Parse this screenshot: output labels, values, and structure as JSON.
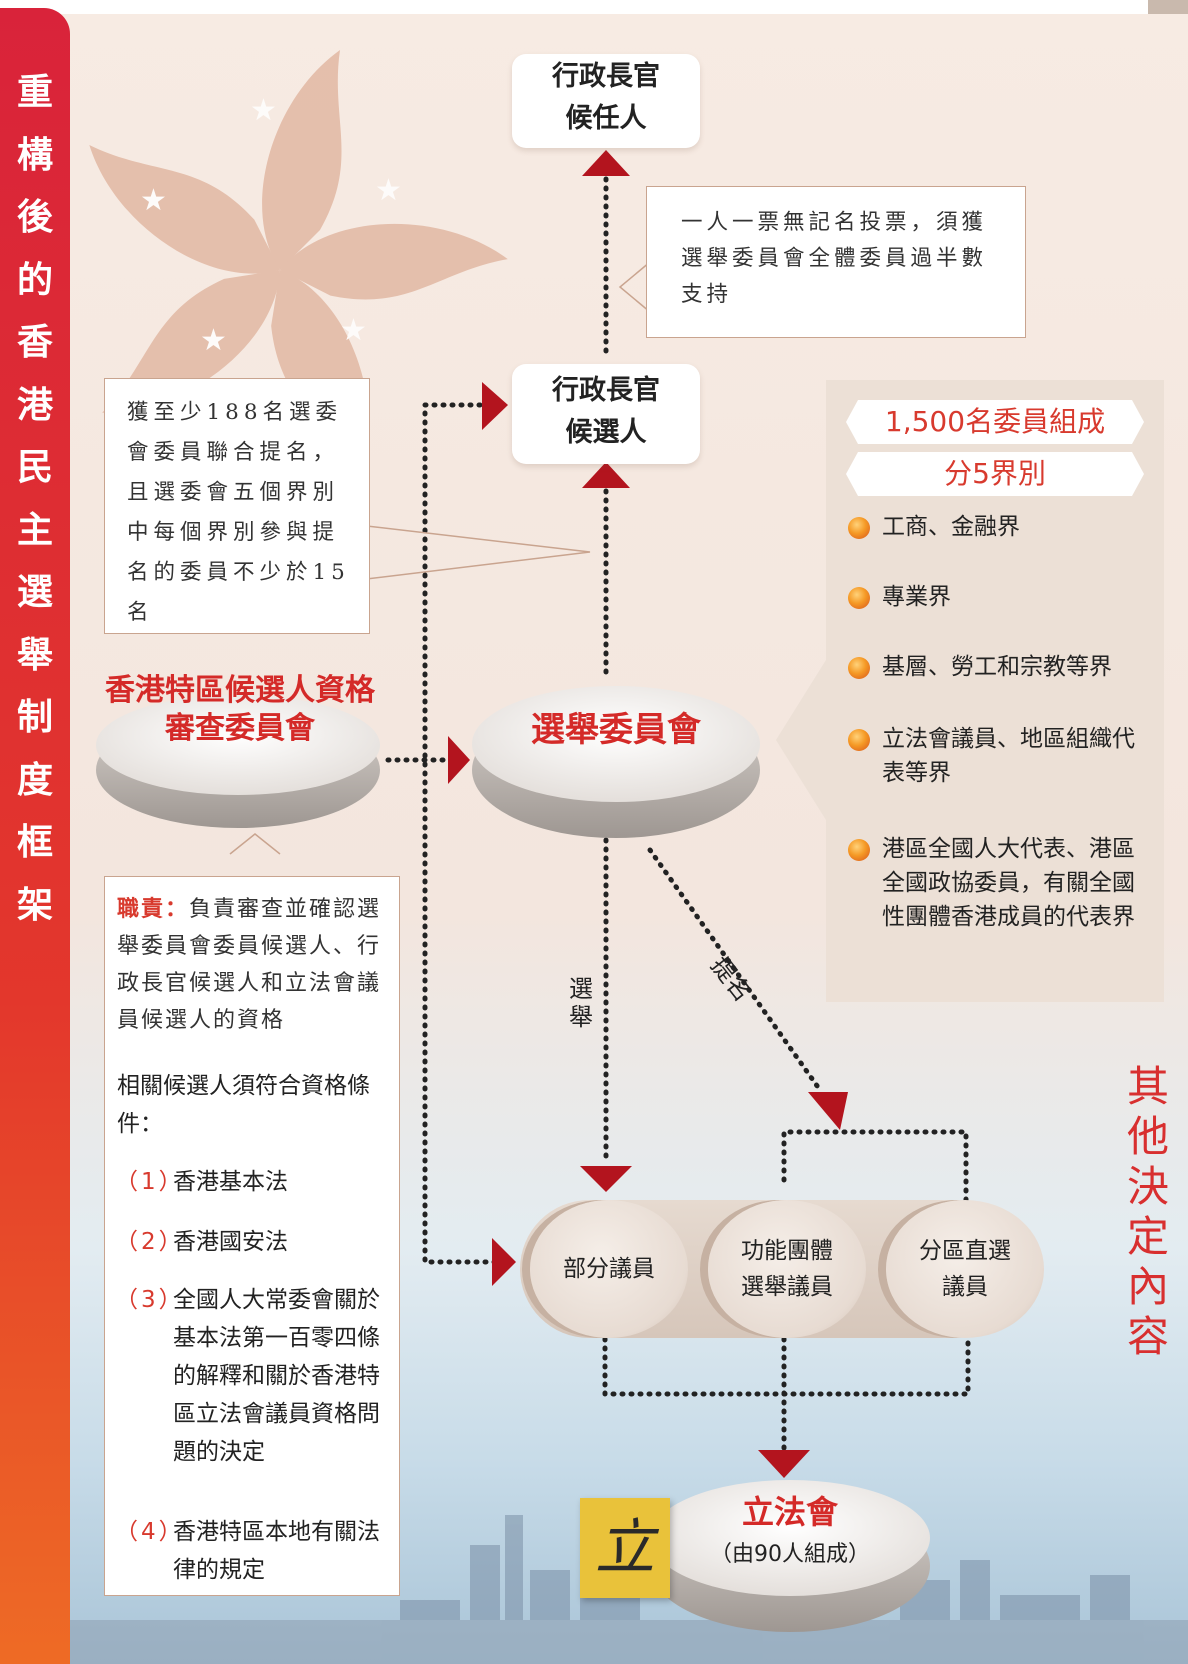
{
  "side_title": "重構後的香港民主選舉制度框架",
  "right_title": "其他決定內容",
  "nodes": {
    "ce_appointee": "行政長官\n候任人",
    "ce_candidate": "行政長官\n候選人",
    "election_committee": "選舉委員會",
    "qualification_committee": "香港特區候選人資格\n審查委員會",
    "legco": "立法會",
    "legco_note": "（由90人組成）",
    "legco_logo_glyph": "立"
  },
  "notes": {
    "vote": "一人一票無記名投票，須獲選舉委員會全體委員過半數支持",
    "nomination": "獲至少188名選委會委員聯合提名，且選委會五個界別中每個界別參與提名的委員不少於15名"
  },
  "edge_labels": {
    "elect": "選舉",
    "nominate": "提名"
  },
  "committee_panel": {
    "members": "1,500名委員組成",
    "sectors_count": "分5界別",
    "sectors": [
      "工商、金融界",
      "專業界",
      "基層、勞工和宗教等界",
      "立法會議員、地區組織代表等界",
      "港區全國人大代表、港區全國政協委員，有關全國性團體香港成員的代表界"
    ]
  },
  "legco_seats": [
    "部分議員",
    "功能團體\n選舉議員",
    "分區直選\n議員"
  ],
  "duty": {
    "label": "職責：",
    "text": "負責審查並確認選舉委員會委員候選人、行政長官候選人和立法會議員候選人的資格",
    "conditions_intro": "相關候選人須符合資格條件：",
    "conditions": [
      {
        "num": "（1）",
        "text": "香港基本法"
      },
      {
        "num": "（2）",
        "text": "香港國安法"
      },
      {
        "num": "（3）",
        "text": "全國人大常委會關於基本法第一百零四條的解釋和關於香港特區立法會議員資格問題的決定"
      },
      {
        "num": "（4）",
        "text": "香港特區本地有關法律的規定"
      }
    ]
  },
  "colors": {
    "red": "#d42a28",
    "dark_red": "#b3141e",
    "panel": "#ece0d6"
  }
}
